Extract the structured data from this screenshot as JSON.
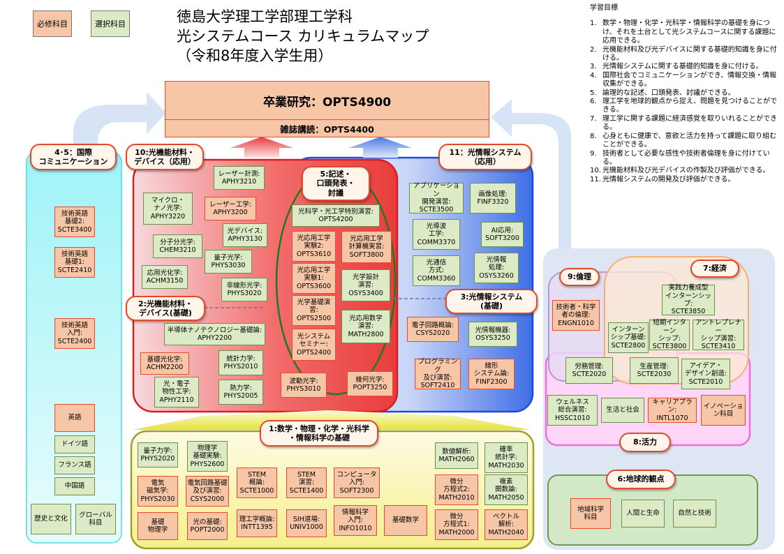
{
  "legend": {
    "required": "必修科目",
    "elective": "選択科目"
  },
  "title": "徳島大学理工学部理工学科\n光システムコース カリキュラムマップ\n（令和8年度入学生用）",
  "goals": {
    "heading": "学習目標",
    "items": [
      {
        "num": "1.",
        "text": "数学・物理・化学・光科学・情報科学の基礎を身につけ、それを土台として光システムコースに関する課題に応用できる。"
      },
      {
        "num": "2.",
        "text": "光機能材料及び光デバイスに関する基礎的知識を身に付ける。"
      },
      {
        "num": "3.",
        "text": "光情報システムに関する基礎的知識を身に付ける。"
      },
      {
        "num": "4.",
        "text": "国際社会でコミュニケーションができ、情報交換・情報収集ができる。"
      },
      {
        "num": "5.",
        "text": "論理的な記述、口頭発表、討議ができる。"
      },
      {
        "num": "6.",
        "text": "理工学を地球的観点から捉え、問題を見つけることができる。"
      },
      {
        "num": "7.",
        "text": "理工学に関する課題に経済感覚を取りいれることができる。"
      },
      {
        "num": "8.",
        "text": "心身ともに健康で、意欲と活力を持って課題に取り組むことができる。"
      },
      {
        "num": "9.",
        "text": "技術者として必要な感性や技術者倫理を身に付けている。"
      },
      {
        "num": "10.",
        "text": "光機能材料及び光デバイスの作製及び評価ができる。"
      },
      {
        "num": "11.",
        "text": "光情報システムの開発及び評価ができる。"
      }
    ]
  },
  "thesis": {
    "main": "卒業研究：OPTS4900",
    "seminar": "雑誌講読：OPTS4400"
  },
  "labels": {
    "l45": "4･5：国際\nコミュニケーション",
    "l10": "10:光機能材料・\nデバイス（応用）",
    "l5": "5:記述・\n口頭発表・\n討議",
    "l11": "11：光情報システム\n（応用）",
    "l2": "2:光機能材料・\nデバイス(基礎)",
    "l3": "3:光情報システム\n(基礎)",
    "l1": "1:数学・物理・化学・光科学\n・情報科学の基礎",
    "l9": "9:倫理",
    "l7": "7:経済",
    "l8": "8:活力",
    "l6": "6:地球的観点"
  },
  "courses": {
    "c_laser_meas": "レーザー計測:\nAPHY3210",
    "c_micro_nano": "マイクロ・\nナノ光学:\nAPHY3220",
    "c_laser_eng": "レーザー工学:\nAPHY3200",
    "c_mol_spec": "分子分光学:\nCHEM3210",
    "c_opt_dev": "光デバイス:\nAPHY3130",
    "c_quant_opt": "量子光学:\nPHYS3030",
    "c_app_photochem": "応用光化学:\nACHM3150",
    "c_nonlinear": "非線形光学:\nPHYS3020",
    "c_sci_special": "光科学・光工学特別演習:\nOPTS4200",
    "c_exp2": "光応用工学\n実験2:\nOPTS3610",
    "c_exp1": "光応用工学\n実験1:\nOPTS3600",
    "c_basic_exercise": "光学基礎演\n習:\nOPTS2500",
    "c_seminar": "光システム\nセミナー:\nOPTS2400",
    "c_comp_exp": "光応用工学\n計算機実習:\nSOFT3800",
    "c_opt_design": "光学設計\n演習:\nOSYS3400",
    "c_app_math": "光応用数学\n演習:\nMATH2800",
    "c_app_dev": "アプリケーション\n開発演習:\nSCTE3500",
    "c_image": "画像処理:\nFINF3320",
    "c_waveguide": "光導波\n工学:\nCOMM3370",
    "c_ai": "AI応用:\nSOFT3200",
    "c_comm": "光通信\n方式:\nCOMM3360",
    "c_info_proc": "光情報\n処理:\nOSYS3260",
    "c_semi_nano": "半導体ナノテクノロジー基礎論:\nAPHY2200",
    "c_basic_photochem": "基礎光化学:\nACHM2200",
    "c_stat_mech": "統計力学:\nPHYS2010",
    "c_opto_elec": "光・電子\n物性工学:\nAPHY2110",
    "c_thermo": "熱力学:\nPHYS2005",
    "c_wave": "波動光学:\nPHYS3010",
    "c_geom": "幾何光学:\nPOPT3250",
    "c_circuit": "電子回路概論:\nCSYS2020",
    "c_info_dev": "光情報機器:\nOSYS3250",
    "c_prog": "プログラミング\n及び演習:\nSOFT2410",
    "c_linear": "線形\nシステム論:\nFINF2300",
    "c_eng_adv2": "技術英語\n基礎2:\nSCTE3400",
    "c_eng_adv1": "技術英語\n基礎1:\nSCTE2410",
    "c_eng_intro": "技術英語\n入門:\nSCTE2400",
    "c_english": "英語",
    "c_german": "ドイツ語",
    "c_french": "フランス語",
    "c_chinese": "中国語",
    "c_history": "歴史と文化",
    "c_global": "グローバル\n科目",
    "c_quantum": "量子力学:\nPHYS2020",
    "c_phys_exp": "物理学\n基礎実験:\nPHYS2600",
    "c_em": "電気\n磁気学:\nPHYS2030",
    "c_circuit_basic": "電気回路基礎\n及び演習:\nCSYS2000",
    "c_stem_gaisetsu": "STEM\n概論:\nSCTE1000",
    "c_stem_enshu": "STEM\n演習:\nSCTE1400",
    "c_computer": "コンピュータ\n入門:\nSOFT2300",
    "c_kiso_butsuri": "基礎\n物理学",
    "c_hikari_kiso": "光の基礎:\nPOPT2000",
    "c_rikou_gairon": "理工学概論:\nINTT1395",
    "c_sih": "SIH道場:\nUNIV1000",
    "c_joho_kagaku": "情報科学\n入門:\nINFO1010",
    "c_kiso_sugaku": "基礎数学",
    "c_numerical": "数値解析:\nMATH2060",
    "c_prob": "確率\n統計学:\nMATH2030",
    "c_diffeq2": "微分\n方程式2:\nMATH2010",
    "c_complex": "複素\n関数論:\nMATH2050",
    "c_diffeq1": "微分\n方程式1:\nMATH2000",
    "c_vector": "ベクトル\n解析:\nMATH2040",
    "c_ethics": "技術者・科学\n者の倫理:\nENGN1010",
    "c_practical_intern": "実践力養成型\nインターンシップ:\nSCTE3850",
    "c_intern_basic": "インターン\nシップ基礎:\nSCTE2800",
    "c_short_intern": "短期インターン\nシップ:\nSCTE3800",
    "c_entre": "アントレプレナー\nシップ演習:\nSCTE3410",
    "c_labor": "労務管理:\nSCTE2020",
    "c_production": "生産管理:\nSCTE2030",
    "c_idea": "アイデア・\nデザイン創造:\nSCTE2010",
    "c_wellness": "ウェルネス\n総合演習:\nHSSC1010",
    "c_life_society": "生活と社会",
    "c_career": "キャリアプラン:\nINTL1070",
    "c_innovation": "イノベーショ\nン科目",
    "c_regional": "地域科学\n科目",
    "c_human_life": "人間と生命",
    "c_nature_tech": "自然と技術"
  }
}
